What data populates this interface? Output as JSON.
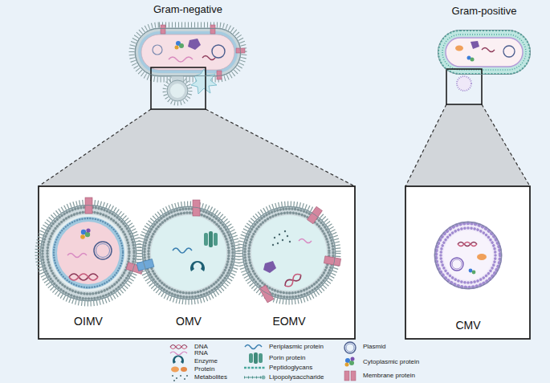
{
  "diagram": {
    "nodes": [
      {
        "text": [
          "Gram-negative"
        ]
      },
      {
        "text": [
          "Gram-positive"
        ]
      },
      {
        "text": [
          "OIMV"
        ]
      },
      {
        "text": [
          "OMV"
        ]
      },
      {
        "text": [
          "EOMV"
        ]
      },
      {
        "text": [
          "CMV"
        ]
      }
    ],
    "legend": [
      {
        "text": "DNA"
      },
      {
        "text": "RNA"
      },
      {
        "text": "Enzyme"
      },
      {
        "text": "Protein"
      },
      {
        "text": "Metabolites"
      },
      {
        "text": "Periplasmic protein"
      },
      {
        "text": "Porin protein"
      },
      {
        "text": "Peptidoglycans"
      },
      {
        "text": "Lipopolysaccharide"
      },
      {
        "text": "Plasmid"
      },
      {
        "text": "Cytoplasmic protein"
      },
      {
        "text": "Membrane protein"
      }
    ]
  }
}
